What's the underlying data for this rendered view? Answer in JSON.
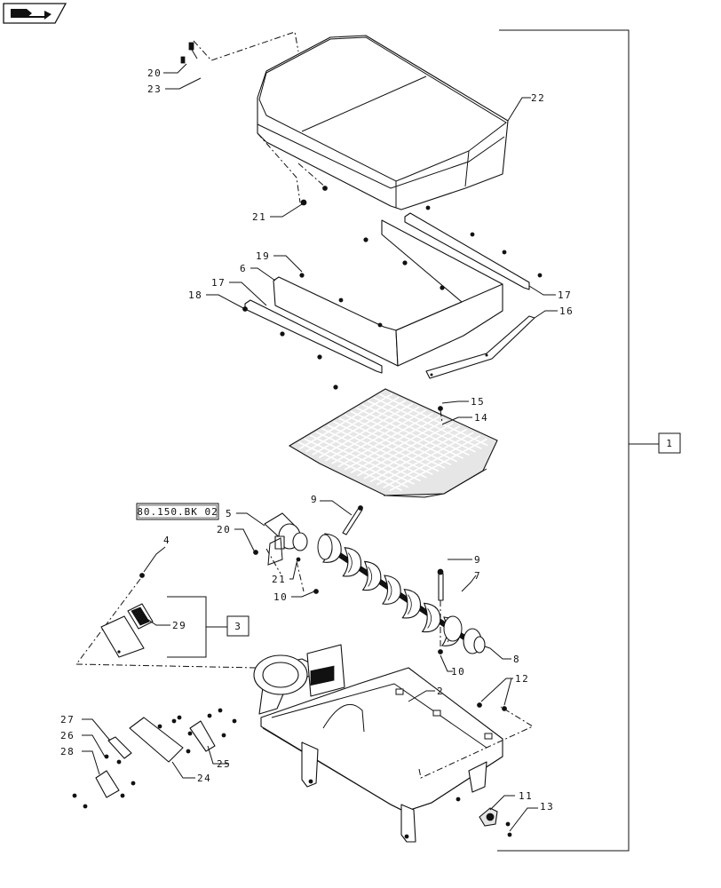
{
  "nav_icon": {
    "name": "next-page-arrow-icon"
  },
  "reference_box": {
    "label": "80.150.BK 02"
  },
  "kit_boxes": [
    {
      "id": "kit-1",
      "label": "1"
    },
    {
      "id": "kit-3",
      "label": "3"
    }
  ],
  "callouts": {
    "c22": "22",
    "c20a": "20",
    "c23": "23",
    "c21a": "21",
    "c19": "19",
    "c6": "6",
    "c17a": "17",
    "c18": "18",
    "c17b": "17",
    "c16": "16",
    "c15": "15",
    "c14": "14",
    "c9a": "9",
    "c5": "5",
    "c20b": "20",
    "c21b": "21",
    "c10a": "10",
    "c4": "4",
    "c9b": "9",
    "c7": "7",
    "c29": "29",
    "c8": "8",
    "c10b": "10",
    "c2": "2",
    "c12": "12",
    "c27": "27",
    "c26": "26",
    "c25": "25",
    "c28": "28",
    "c24": "24",
    "c11": "11",
    "c13": "13"
  }
}
